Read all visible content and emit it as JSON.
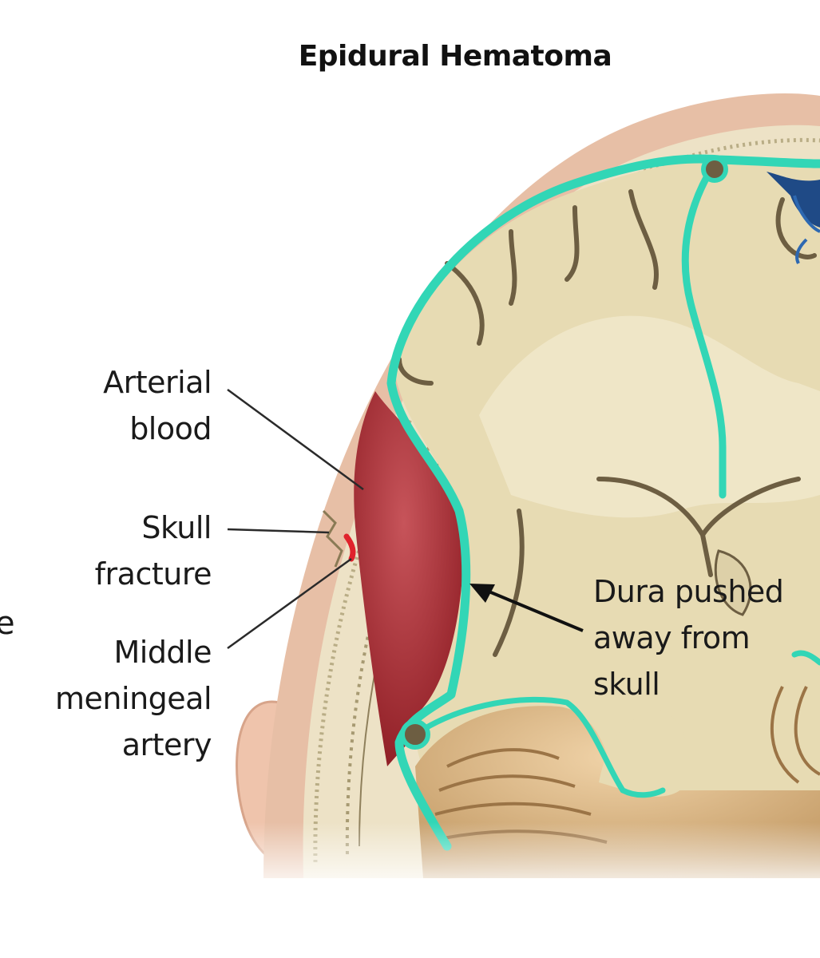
{
  "title": "Epidural Hematoma",
  "labels": {
    "arterial_blood": [
      "Arterial",
      "blood"
    ],
    "skull_fracture": [
      "Skull",
      "fracture"
    ],
    "middle_meningeal_artery": [
      "Middle",
      "meningeal",
      "artery"
    ],
    "dura_pushed": [
      "Dura pushed",
      "away from",
      "skull"
    ]
  },
  "edge_fragment": "e",
  "colors": {
    "skin": "#e7bfa6",
    "bone": "#ede2c6",
    "brain": "#e7dbb3",
    "dura": "#32d6b6",
    "hematoma": "#a3272d",
    "cerebellum": "#d9b489",
    "sulci": "#6d5e42",
    "vein": "#1f4a86"
  }
}
